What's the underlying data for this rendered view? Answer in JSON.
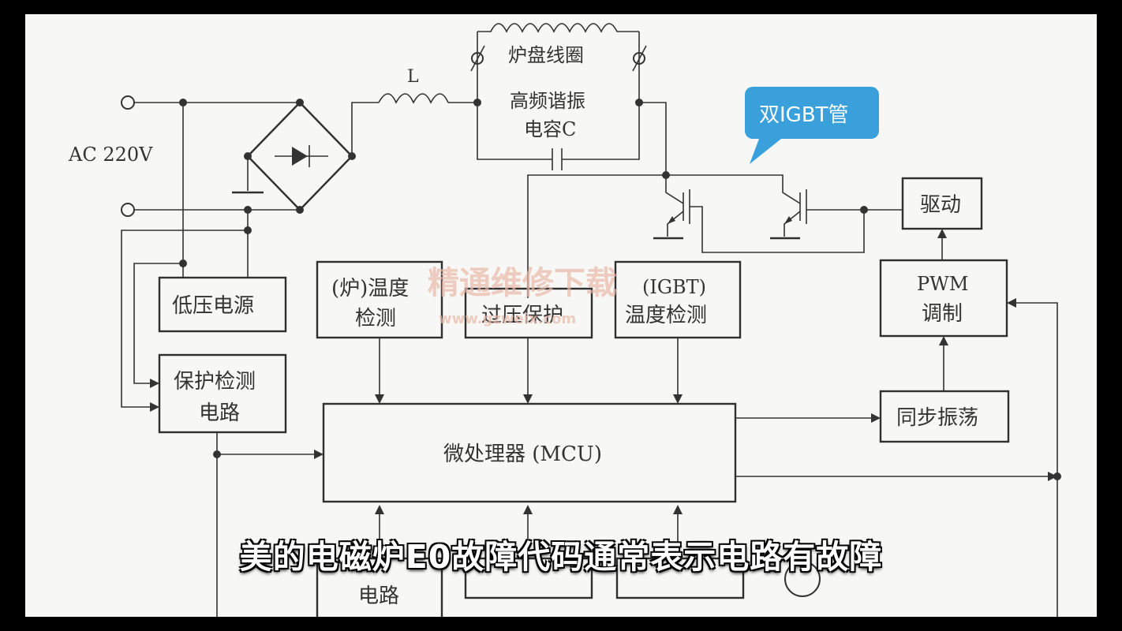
{
  "diagram": {
    "ac_label": "AC 220V",
    "inductor_label": "L",
    "coil_label": "炉盘线圈",
    "cap_label_1": "高频谐振",
    "cap_label_2": "电容C",
    "callout": "双IGBT管",
    "watermark_1": "精通维修下载",
    "watermark_2": "www.gzweix.com",
    "blocks": {
      "low_voltage_power": "低压电源",
      "protection_detect_1": "保护检测",
      "protection_detect_2": "电路",
      "stove_temp_1": "(炉)温度",
      "stove_temp_2": "检测",
      "overvoltage": "过压保护",
      "igbt_temp_1": "(IGBT)",
      "igbt_temp_2": "温度检测",
      "drive": "驱动",
      "pwm_1": "PWM",
      "pwm_2": "调制",
      "sync_osc": "同步振荡",
      "mcu": "微处理器 (MCU)",
      "bottom_partial": "电路"
    },
    "colors": {
      "paper": "#f7f7f5",
      "line": "#333333",
      "callout_fill": "#3aa0dc",
      "watermark": "#e8b8a8"
    }
  },
  "subtitle": "美的电磁炉E0故障代码通常表示电路有故障"
}
